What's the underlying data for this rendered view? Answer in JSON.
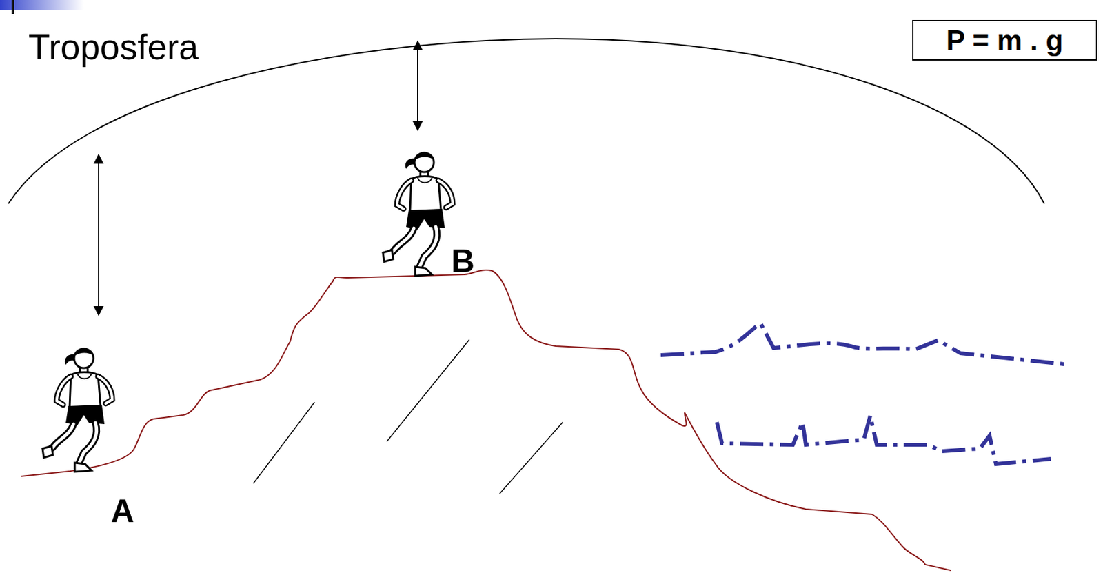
{
  "diagram": {
    "nodes": [
      {
        "text": [
          "P = m . g"
        ]
      }
    ],
    "labels": [
      "Troposfera",
      "B",
      "A"
    ]
  }
}
